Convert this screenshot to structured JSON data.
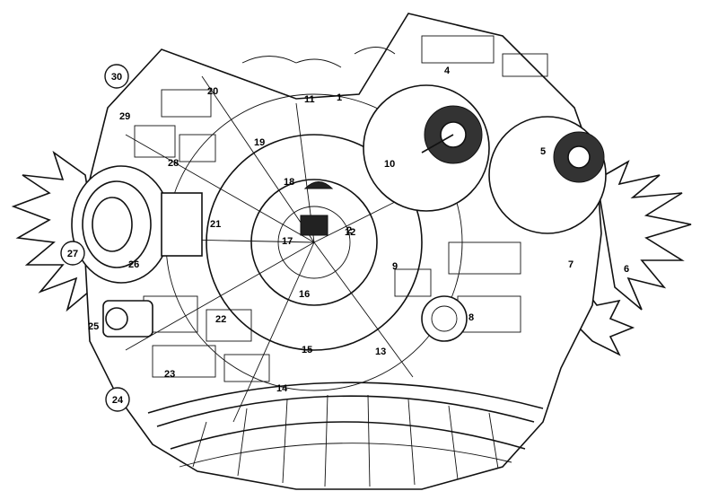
{
  "diagram": {
    "callouts": [
      {
        "id": "1",
        "label": "1"
      },
      {
        "id": "2",
        "label": "2"
      },
      {
        "id": "4",
        "label": "4"
      },
      {
        "id": "5",
        "label": "5"
      },
      {
        "id": "6",
        "label": "6"
      },
      {
        "id": "7",
        "label": "7"
      },
      {
        "id": "8",
        "label": "8"
      },
      {
        "id": "9",
        "label": "9"
      },
      {
        "id": "10",
        "label": "10"
      },
      {
        "id": "11",
        "label": "11"
      },
      {
        "id": "12",
        "label": "12"
      },
      {
        "id": "13",
        "label": "13"
      },
      {
        "id": "14",
        "label": "14"
      },
      {
        "id": "15",
        "label": "15"
      },
      {
        "id": "16",
        "label": "16"
      },
      {
        "id": "17",
        "label": "17"
      },
      {
        "id": "18",
        "label": "18"
      },
      {
        "id": "19",
        "label": "19"
      },
      {
        "id": "20",
        "label": "20"
      },
      {
        "id": "21",
        "label": "21"
      },
      {
        "id": "22",
        "label": "22"
      },
      {
        "id": "23",
        "label": "23"
      },
      {
        "id": "24",
        "label": "24"
      },
      {
        "id": "25",
        "label": "25"
      },
      {
        "id": "26",
        "label": "26"
      },
      {
        "id": "27",
        "label": "27"
      },
      {
        "id": "28",
        "label": "28"
      },
      {
        "id": "29",
        "label": "29"
      },
      {
        "id": "30",
        "label": "30"
      }
    ],
    "circled_callouts": [
      "24",
      "27",
      "30"
    ],
    "colors": {
      "ink": "#111111",
      "paper": "#ffffff",
      "shade": "#222222"
    }
  }
}
